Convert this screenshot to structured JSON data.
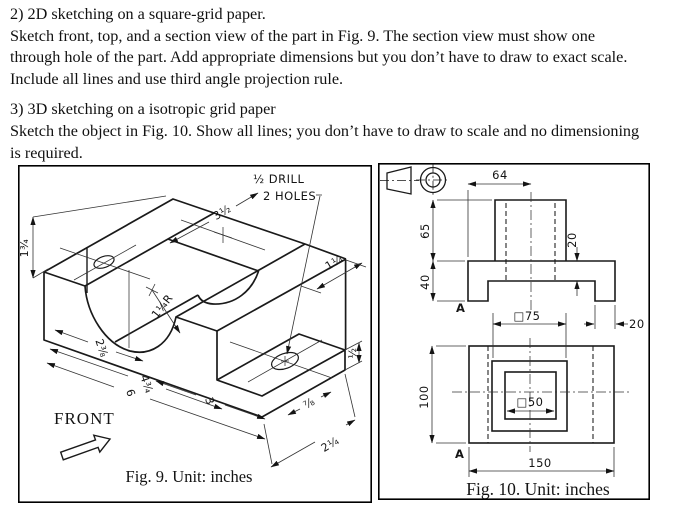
{
  "intro": {
    "p1": [
      "2) 2D sketching on a square-grid paper.",
      "Sketch front, top, and a section view of the part in Fig. 9. The section view must show one",
      "through hole of the part. Add appropriate dimensions but you don’t have to draw to exact scale.",
      "Include all lines and use third angle projection rule."
    ],
    "p2": [
      "3) 3D sketching on a isotropic grid paper",
      "Sketch the object in Fig. 10. Show all lines; you don’t have to draw to scale and no dimensioning",
      "is required."
    ]
  },
  "fig9": {
    "caption": "Fig. 9. Unit: inches",
    "front_label": "FRONT",
    "drill_note": {
      "line1": "½ DRILL",
      "line2": "2 HOLES"
    },
    "dims": {
      "height": "1¾",
      "top_depth": "3½",
      "step_depth": "1¼",
      "radius": "1¼R",
      "to_groove_center": "2⅜",
      "to_step": "4¾",
      "overall_length": "6",
      "step_length": "3",
      "hole_offset": "⅞",
      "width": "2¼",
      "base_thickness": "½"
    }
  },
  "fig10": {
    "caption": "Fig. 10. Unit: inches",
    "section_label": "A",
    "dims": {
      "boss_width": "64",
      "boss_height": "65",
      "base_height": "40",
      "web_thickness": "20",
      "foot_width": "20",
      "square75": "□75",
      "square50": "□50",
      "overall_depth": "100",
      "overall_width": "150"
    }
  }
}
